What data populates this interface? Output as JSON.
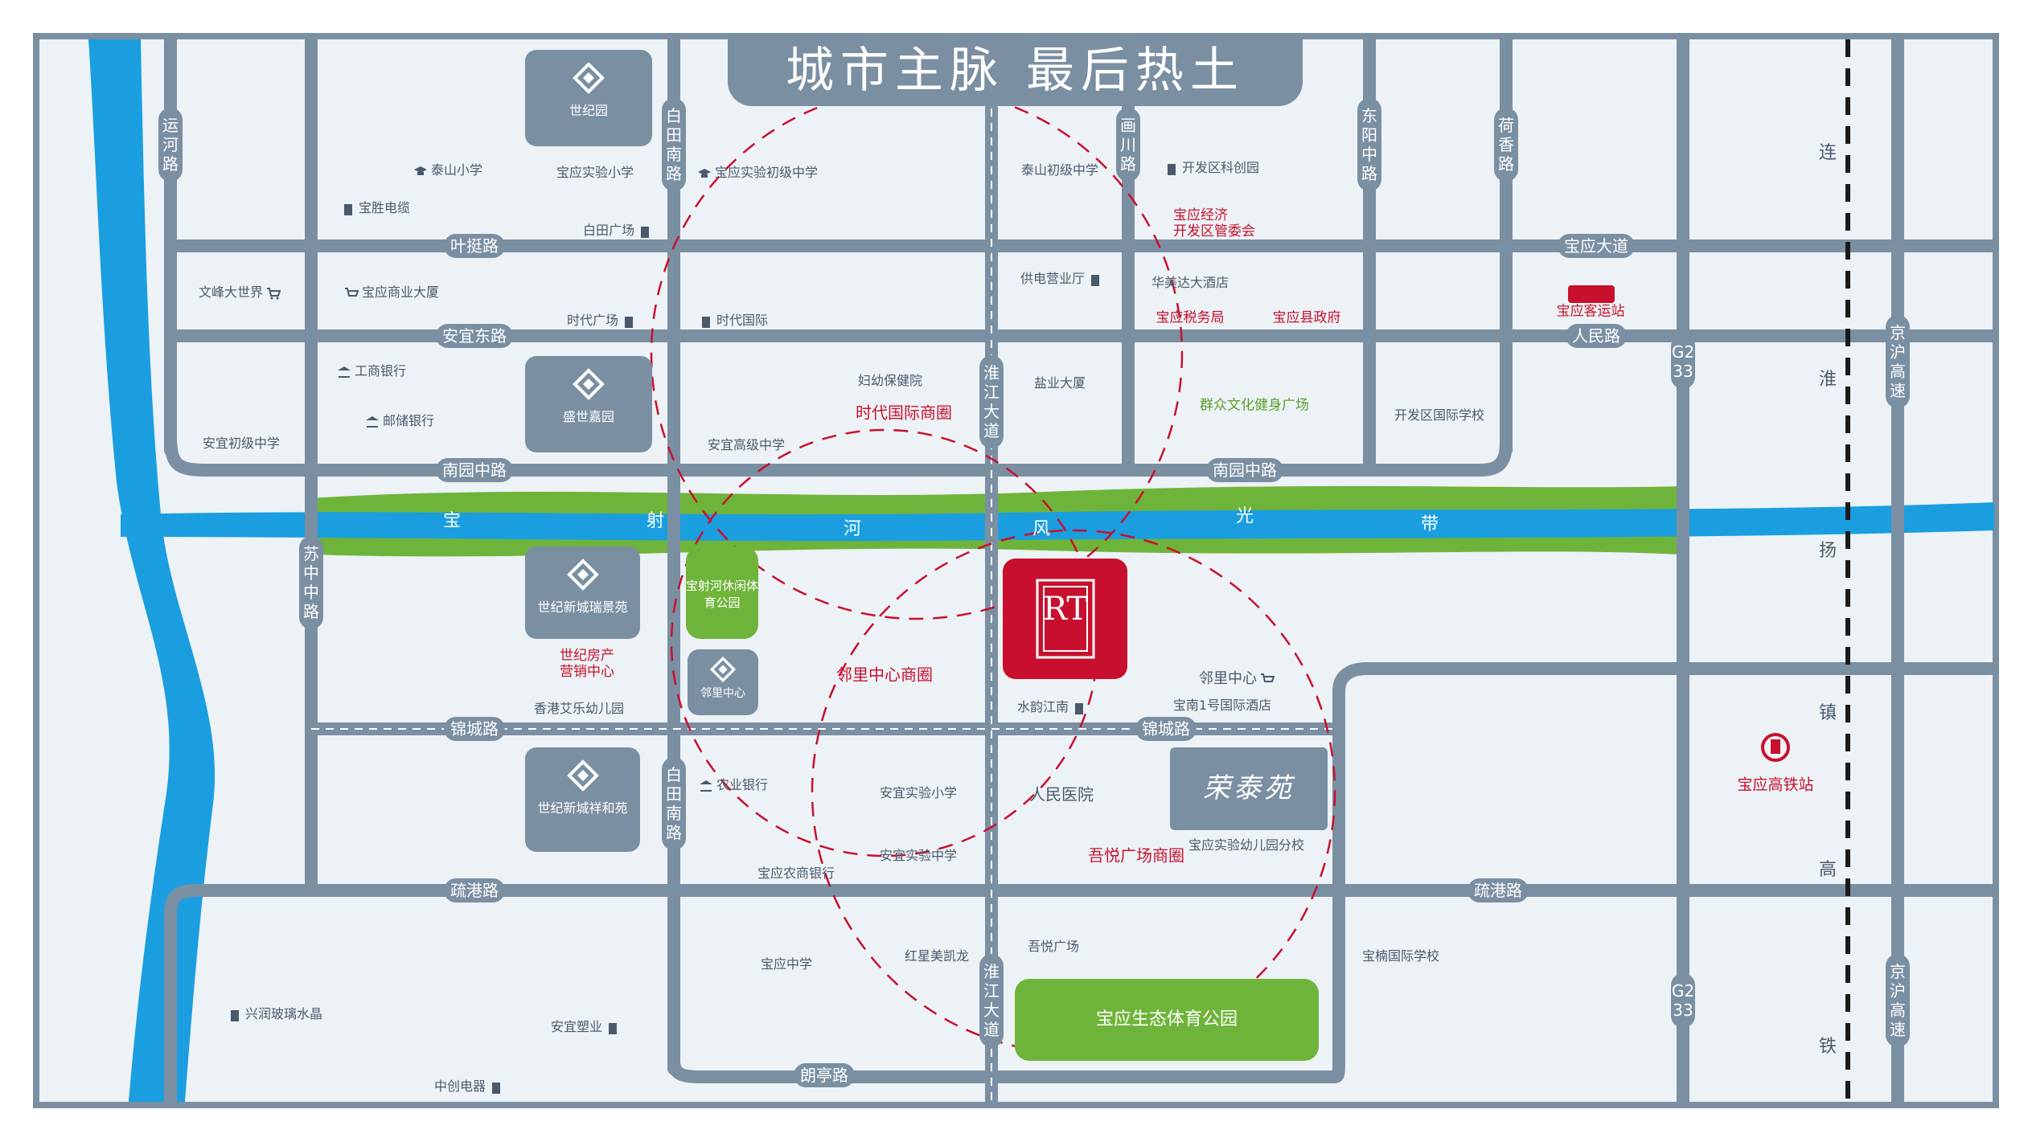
{
  "title": "城市主脉 最后热土",
  "colors": {
    "road": "#7b8fa3",
    "background": "#edf2f6",
    "river": "#1a9ee0",
    "greenbelt": "#6fb43a",
    "accent_red": "#c8102e",
    "circle_dash": "#c8102e"
  },
  "roads": {
    "yunhe": "运河路",
    "baitian_nan_top": "白田南路",
    "huachuan": "画川路",
    "dongyang_zhong": "东阳中路",
    "hexiang": "荷香路",
    "yeting": "叶挺路",
    "baoying_dadao": "宝应大道",
    "anyi_dong": "安宜东路",
    "renmin": "人民路",
    "g233_top": "G233",
    "jinghu_top": "京沪高速",
    "huaijiang_top": "淮江大道",
    "nanyuan_zhong_left": "南园中路",
    "nanyuan_zhong_right": "南园中路",
    "suzhong_zhong": "苏中中路",
    "jincheng_left": "锦城路",
    "jincheng_right": "锦城路",
    "baitian_nan_bottom": "白田南路",
    "shugang_left": "疏港路",
    "shugang_right": "疏港路",
    "huaijiang_bottom": "淮江大道",
    "g233_bottom": "G233",
    "jinghu_bottom": "京沪高速",
    "langting": "朗亭路"
  },
  "river_text": [
    "宝",
    "射",
    "河",
    "风",
    "光",
    "带"
  ],
  "rail_text": [
    "连",
    "淮",
    "扬",
    "镇",
    "高",
    "铁"
  ],
  "estates": {
    "shijiyuan": "世纪园",
    "shengshi_jiayuan": "盛世嘉园",
    "shiji_xincheng_ruijingyuan": "世纪新城瑞景苑",
    "linli_zhongxin_small": "邻里中心",
    "shiji_xincheng_xiangheyuan": "世纪新城祥和苑"
  },
  "parks": {
    "baoshehe": "宝射河休闲体育公园",
    "ecology": "宝应生态体育公园"
  },
  "circles": {
    "shidai": "时代国际商圈",
    "linli": "邻里中心商圈",
    "wuyue": "吾悦广场商圈"
  },
  "project": {
    "name": "荣泰苑",
    "logo_letters": "RT"
  },
  "pois": {
    "taishan_xx": "泰山小学",
    "baoying_shiyan_xx_top": "宝应实验小学",
    "baoying_shiyan_czx": "宝应实验初级中学",
    "baosheng_dianlan": "宝胜电缆",
    "baitian_guangchang": "白田广场",
    "wenfeng_dashijie": "文峰大世界",
    "baoying_shangye_dasha": "宝应商业大厦",
    "shidai_guangchang": "时代广场",
    "shidai_guoji": "时代国际",
    "gongshang_yinhang": "工商银行",
    "youchu_yinhang": "邮储银行",
    "anyi_czx": "安宜初级中学",
    "fuyou_baojianyuan": "妇幼保健院",
    "anyi_gaoji_zx": "安宜高级中学",
    "taishan_czx": "泰山初级中学",
    "kaifaqu_kechuangyuan": "开发区科创园",
    "jingji_kaifaqu_guanweihui": "宝应经济\n开发区管委会",
    "gongdian_yingyeting": "供电营业厅",
    "huameida_jiudian": "华美达大酒店",
    "baoying_shuiwuju": "宝应税务局",
    "baoying_xianzhengfu": "宝应县政府",
    "yanye_dasha": "盐业大厦",
    "qunzhong_wenhua": "群众文化健身广场",
    "kaifaqu_guoji_xuexiao": "开发区国际学校",
    "baoying_keyunzhan": "宝应客运站",
    "shiji_fangchan": "世纪房产\n营销中心",
    "xianggang_aile": "香港艾乐幼儿园",
    "shuiyun_jiangnan": "水韵江南",
    "linli_zhongxin": "邻里中心",
    "baonan_jiudian": "宝南1号国际酒店",
    "nongye_yinhang": "农业银行",
    "baoying_shiyan_xx_bottom": "安宜实验小学",
    "anyi_shiyan_zx": "安宜实验中学",
    "renmin_yiyuan": "人民医院",
    "baoying_nongshang": "宝应农商银行",
    "shiyan_youeryuan": "宝应实验幼儿园分校",
    "baoying_zx": "宝应中学",
    "hongxing_meikailong": "红星美凯龙",
    "wuyue_guangchang": "吾悦广场",
    "baonan_guoji_xuexiao": "宝楠国际学校",
    "xingrun_boli": "兴润玻璃水晶",
    "anyi_suye": "安宜塑业",
    "zhongchuang_dianqi": "中创电器",
    "gaotie_zhan": "宝应高铁站"
  }
}
